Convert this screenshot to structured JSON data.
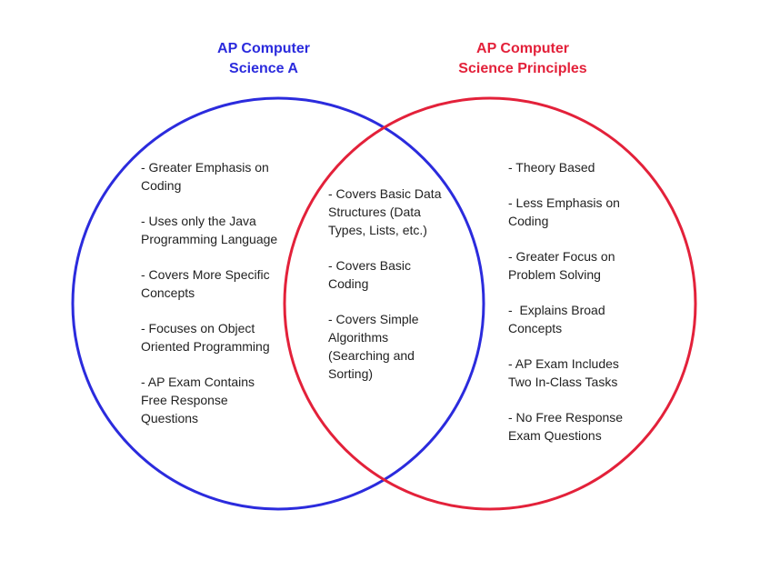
{
  "colors": {
    "left_circle": "#2b2bdd",
    "right_circle": "#e3213a",
    "text": "#222222"
  },
  "left": {
    "title_lines": [
      "AP Computer",
      "Science A"
    ],
    "items": [
      [
        "- Greater Emphasis on",
        "Coding"
      ],
      [
        "- Uses only the Java",
        "Programming Language"
      ],
      [
        "- Covers More Specific",
        "Concepts"
      ],
      [
        "- Focuses on Object",
        "Oriented Programming"
      ],
      [
        "- AP Exam Contains",
        "Free Response",
        "Questions"
      ]
    ]
  },
  "right": {
    "title_lines": [
      "AP Computer",
      "Science Principles"
    ],
    "items": [
      [
        "- Theory Based"
      ],
      [
        "- Less Emphasis on",
        "Coding"
      ],
      [
        "- Greater Focus on",
        "Problem Solving"
      ],
      [
        "-  Explains Broad",
        "Concepts"
      ],
      [
        "- AP Exam Includes",
        "Two In-Class Tasks"
      ],
      [
        "- No Free Response",
        "Exam Questions"
      ]
    ]
  },
  "overlap": {
    "items": [
      [
        "- Covers Basic Data",
        "Structures (Data",
        "Types, Lists, etc.)"
      ],
      [
        "- Covers Basic",
        "Coding"
      ],
      [
        "- Covers Simple",
        "Algorithms",
        "(Searching and",
        "Sorting)"
      ]
    ]
  }
}
